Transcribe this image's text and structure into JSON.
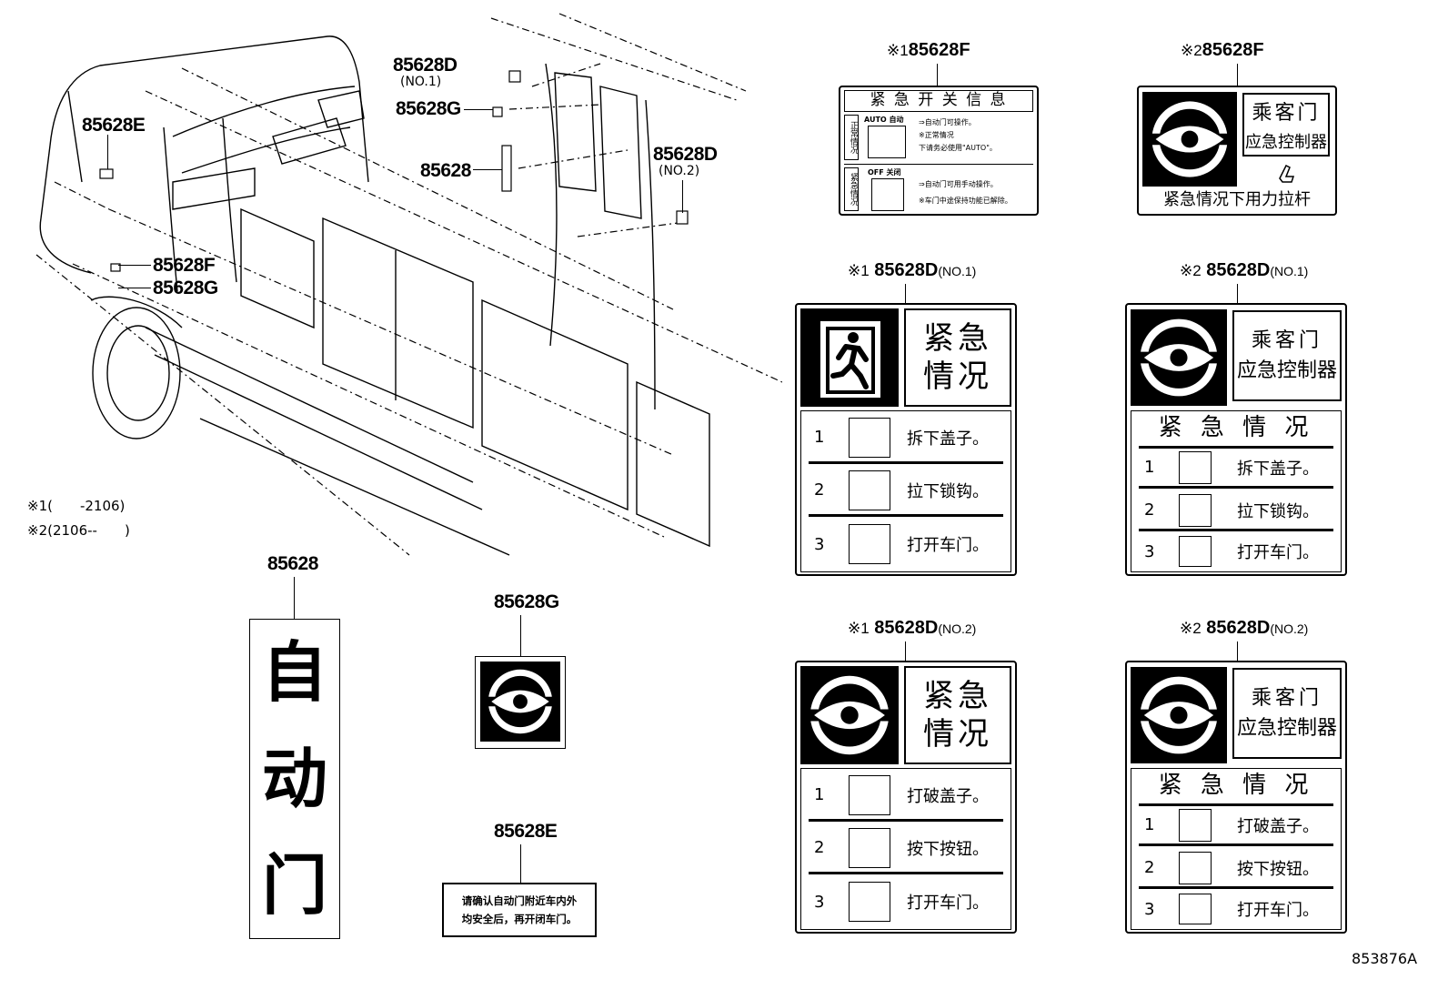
{
  "callouts": {
    "p85628D_no1": "85628D",
    "p85628D_no1_sub": "(NO.1)",
    "p85628G_top": "85628G",
    "p85628_top": "85628",
    "p85628D_no2": "85628D",
    "p85628D_no2_sub": "(NO.2)",
    "p85628E_left": "85628E",
    "p85628F_left": "85628F",
    "p85628G_left": "85628G"
  },
  "notes": {
    "note1": "※1(　　-2106)",
    "note2": "※2(2106--　　)"
  },
  "sticker_85628": {
    "title": "85628",
    "chars": [
      "自",
      "动",
      "门"
    ]
  },
  "sticker_85628G": {
    "title": "85628G"
  },
  "sticker_85628E": {
    "title": "85628E",
    "text_line1": "请确认自动门附近车内外",
    "text_line2": "均安全后，再开闭车门。"
  },
  "label_1_F": {
    "mark": "※1",
    "part": "85628F",
    "header": "紧 急 开 关 信 息",
    "sec1_side": "正常情况",
    "sec1_mode": "AUTO 自动",
    "sec1_line1": "⇒自动门可操作。",
    "sec1_line2": "※正常情况",
    "sec1_line3": "下请务必使用\"AUTO\"。",
    "sec2_side": "紧急情况",
    "sec2_mode": "OFF 关闭",
    "sec2_line1": "⇒自动门可用手动操作。",
    "sec2_line2": "※车门中途保持功能已解除。"
  },
  "label_2_F": {
    "mark": "※2",
    "part": "85628F",
    "side_top": "乘客门",
    "side_bottom": "应急控制器",
    "bottom": "紧急情况下用力拉杆"
  },
  "label_1_D1": {
    "mark": "※1",
    "part": "85628D",
    "no": "(NO.1)",
    "head_line1": "紧急",
    "head_line2": "情况",
    "steps": [
      {
        "num": "1",
        "text": "拆下盖子。"
      },
      {
        "num": "2",
        "text": "拉下锁钩。"
      },
      {
        "num": "3",
        "text": "打开车门。"
      }
    ]
  },
  "label_2_D1": {
    "mark": "※2",
    "part": "85628D",
    "no": "(NO.1)",
    "side_top": "乘客门",
    "side_bottom": "应急控制器",
    "band": "紧 急 情 况",
    "steps": [
      {
        "num": "1",
        "text": "拆下盖子。"
      },
      {
        "num": "2",
        "text": "拉下锁钩。"
      },
      {
        "num": "3",
        "text": "打开车门。"
      }
    ]
  },
  "label_1_D2": {
    "mark": "※1",
    "part": "85628D",
    "no": "(NO.2)",
    "head_line1": "紧急",
    "head_line2": "情况",
    "steps": [
      {
        "num": "1",
        "text": "打破盖子。"
      },
      {
        "num": "2",
        "text": "按下按钮。"
      },
      {
        "num": "3",
        "text": "打开车门。"
      }
    ]
  },
  "label_2_D2": {
    "mark": "※2",
    "part": "85628D",
    "no": "(NO.2)",
    "side_top": "乘客门",
    "side_bottom": "应急控制器",
    "band": "紧 急 情 况",
    "steps": [
      {
        "num": "1",
        "text": "打破盖子。"
      },
      {
        "num": "2",
        "text": "按下按钮。"
      },
      {
        "num": "3",
        "text": "打开车门。"
      }
    ]
  },
  "figure_code": "853876A"
}
